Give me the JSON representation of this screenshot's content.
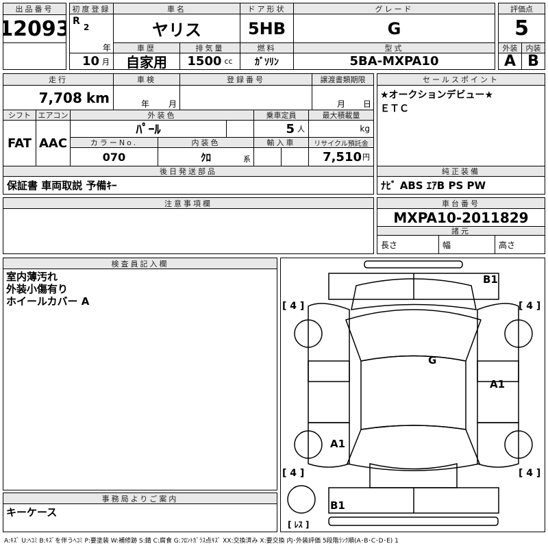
{
  "lot": {
    "label": "出品番号",
    "value": "12093"
  },
  "first_reg": {
    "label": "初度登録",
    "era": "R",
    "year": "2",
    "year_unit": "年",
    "month": "10",
    "month_unit": "月"
  },
  "car_name": {
    "label": "車名",
    "value": "ヤリス"
  },
  "door": {
    "label": "ドア形状",
    "value": "5HB"
  },
  "grade": {
    "label": "グレード",
    "value": "G"
  },
  "score": {
    "label": "評価点",
    "value": "5",
    "ext_label": "外装",
    "int_label": "内装",
    "ext": "A",
    "int": "B"
  },
  "history": {
    "label": "車歴",
    "value": "自家用"
  },
  "displacement": {
    "label": "排気量",
    "value": "1500",
    "unit": "cc"
  },
  "fuel": {
    "label": "燃料",
    "value": "ｶﾞｿﾘﾝ"
  },
  "model": {
    "label": "型式",
    "value": "5BA-MXPA10"
  },
  "mileage": {
    "label": "走行",
    "value": "7,708",
    "unit": "km"
  },
  "inspection": {
    "label": "車検",
    "year_unit": "年",
    "month_unit": "月"
  },
  "reg_no": {
    "label": "登録番号"
  },
  "transfer": {
    "label": "譲渡書類期限",
    "month_unit": "月",
    "day_unit": "日"
  },
  "shift": {
    "label": "シフト",
    "value": "FAT"
  },
  "aircon": {
    "label": "エアコン",
    "value": "AAC"
  },
  "ext_color": {
    "label": "外装色",
    "value": "ﾊﾟｰﾙ"
  },
  "capacity": {
    "label": "乗車定員",
    "value": "5",
    "unit": "人"
  },
  "max_load": {
    "label": "最大積載量",
    "unit": "kg"
  },
  "color_no": {
    "label": "カラーNo.",
    "value": "070"
  },
  "int_color": {
    "label": "内装色",
    "value": "ｸﾛ",
    "unit": "系"
  },
  "import": {
    "label": "輸入車"
  },
  "recycle": {
    "label": "リサイクル預託金",
    "value": "7,510",
    "unit": "円"
  },
  "later_parts": {
    "label": "後日発送部品",
    "value": "保証書 車両取説 予備ｷｰ"
  },
  "sales_point": {
    "label": "セールスポイント",
    "lines": [
      "★オークションデビュー★",
      "ＥＴＣ"
    ]
  },
  "equipment": {
    "label": "純正装備",
    "value": "ﾅﾋﾞ ABS ｴｱB PS PW"
  },
  "notes": {
    "label": "注意事項欄"
  },
  "chassis": {
    "label": "車台番号",
    "value": "MXPA10-2011829",
    "spec_label": "諸元",
    "length": "長さ",
    "width": "幅",
    "height": "高さ"
  },
  "inspector": {
    "label": "検査員記入欄",
    "text": "室内薄汚れ\n外装小傷有り\nホイールカバー A"
  },
  "office": {
    "label": "事務局よりご案内",
    "text": "キーケース"
  },
  "diagram": {
    "marks": {
      "b1_top": "B1",
      "g": "G",
      "a1_right": "A1",
      "a1_left": "A1",
      "b1_bottom": "B1",
      "tire_fl": "[ 4 ]",
      "tire_fr": "[ 4 ]",
      "tire_rl": "[ 4 ]",
      "tire_rr": "[ 4 ]",
      "spare": "[ ﾚｽ ]"
    }
  },
  "legend": "A:ｷｽﾞ U:ﾍｺﾐ B:ｷｽﾞを伴うﾍｺﾐ P:要塗装 W:補修跡 S:錆 C:腐食 G:ﾌﾛﾝﾄｶﾞﾗｽ点ｷｽﾞ XX:交換済み X:要交換  内･外装評価 5段階ﾗﾝｸ順(A･B･C･D･E) 1"
}
